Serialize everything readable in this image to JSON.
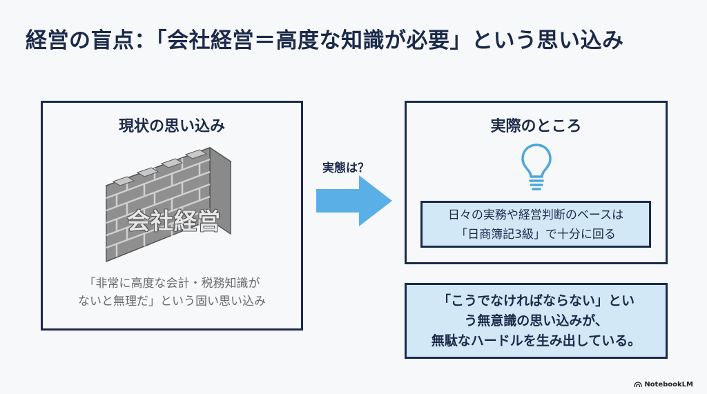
{
  "title": "経営の盲点：「会社経営＝高度な知識が必要」という思い込み",
  "left_panel": {
    "title": "現状の思い込み",
    "wall_label": "会社経営",
    "caption_line1": "「非常に高度な会計・税務知識が",
    "caption_line2": "ないと無理だ」という固い思い込み",
    "icon": "brick-wall-icon"
  },
  "arrow": {
    "label": "実態は？",
    "color": "#5ab0e6"
  },
  "right_panel": {
    "title": "実際のところ",
    "icon": "lightbulb-icon",
    "info_line1": "日々の実務や経営判断のベースは",
    "info_line2": "「日商簿記3級」で十分に回る"
  },
  "callout": {
    "line1": "「こうでなければならない」とい",
    "line2": "う無意識の思い込みが、",
    "line3": "無駄なハードルを生み出している。"
  },
  "brand": {
    "name": "NotebookLM",
    "icon": "notebooklm-logo-icon"
  },
  "colors": {
    "navy": "#1b2a4a",
    "light_blue": "#d3e8f7",
    "arrow_blue": "#5ab0e6",
    "bulb_blue": "#4da6dc"
  }
}
